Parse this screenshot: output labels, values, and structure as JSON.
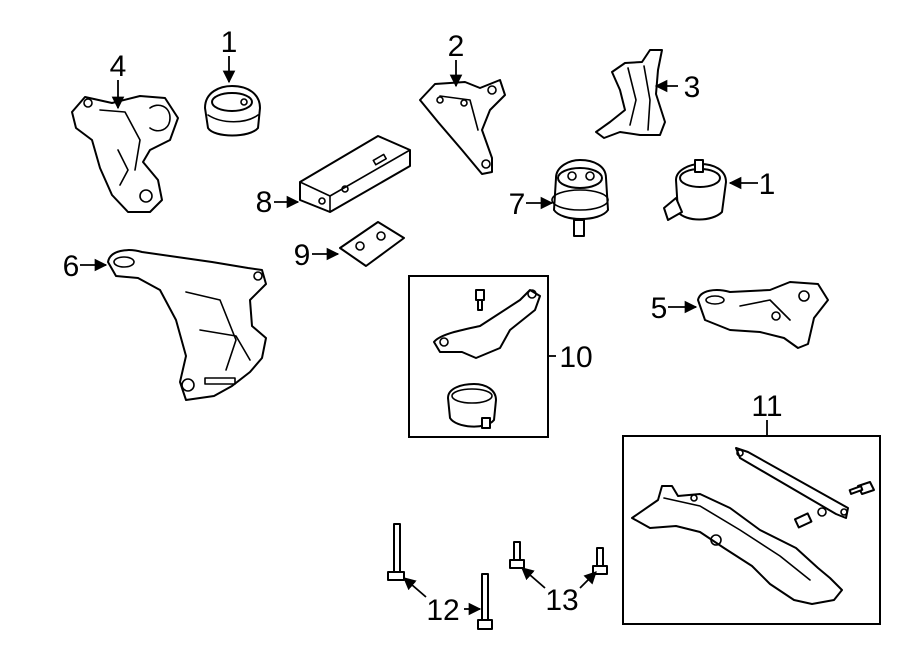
{
  "callouts": {
    "c1a": "1",
    "c1b": "1",
    "c2": "2",
    "c3": "3",
    "c4": "4",
    "c5": "5",
    "c6": "6",
    "c7": "7",
    "c8": "8",
    "c9": "9",
    "c10": "10",
    "c11": "11",
    "c12": "12",
    "c13": "13"
  },
  "colors": {
    "line": "#000000",
    "background": "#ffffff"
  }
}
